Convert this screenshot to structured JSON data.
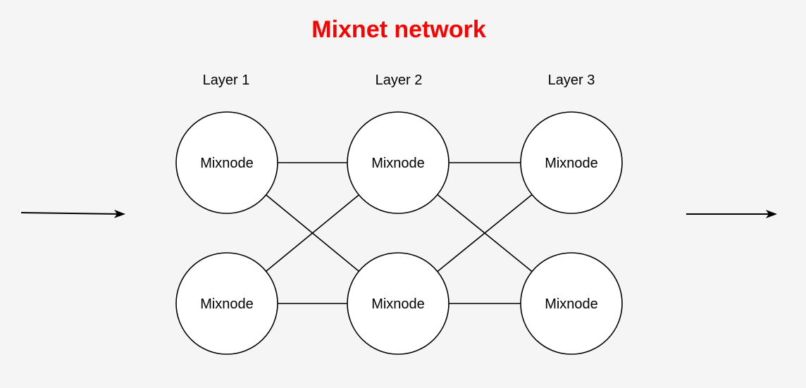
{
  "diagram": {
    "title": "Mixnet network",
    "colors": {
      "title": "#ff0000",
      "stroke": "#000000",
      "node_fill": "#ffffff",
      "background": "#f5f5f5"
    },
    "layers": [
      {
        "label": "Layer 1"
      },
      {
        "label": "Layer 2"
      },
      {
        "label": "Layer 3"
      }
    ],
    "nodes": [
      {
        "id": "n1a",
        "layer": 1,
        "row": 1,
        "label": "Mixnode"
      },
      {
        "id": "n1b",
        "layer": 1,
        "row": 2,
        "label": "Mixnode"
      },
      {
        "id": "n2a",
        "layer": 2,
        "row": 1,
        "label": "Mixnode"
      },
      {
        "id": "n2b",
        "layer": 2,
        "row": 2,
        "label": "Mixnode"
      },
      {
        "id": "n3a",
        "layer": 3,
        "row": 1,
        "label": "Mixnode"
      },
      {
        "id": "n3b",
        "layer": 3,
        "row": 2,
        "label": "Mixnode"
      }
    ],
    "edges": [
      [
        "n1a",
        "n2a"
      ],
      [
        "n1a",
        "n2b"
      ],
      [
        "n1b",
        "n2a"
      ],
      [
        "n1b",
        "n2b"
      ],
      [
        "n2a",
        "n3a"
      ],
      [
        "n2a",
        "n3b"
      ],
      [
        "n2b",
        "n3a"
      ],
      [
        "n2b",
        "n3b"
      ]
    ],
    "arrows": [
      {
        "id": "input-arrow",
        "direction": "right"
      },
      {
        "id": "output-arrow",
        "direction": "right"
      }
    ]
  }
}
